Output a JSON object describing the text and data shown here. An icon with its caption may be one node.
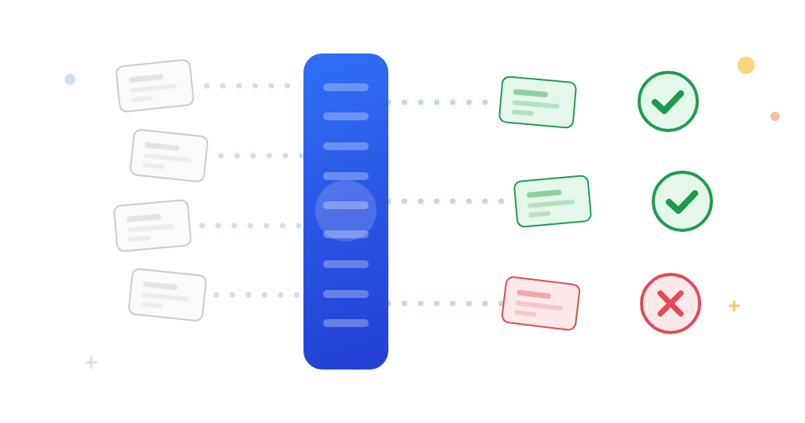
{
  "diagram": {
    "nodes": [
      {
        "text": [],
        "shape": "box"
      },
      {
        "text": [],
        "shape": "box"
      },
      {
        "text": [],
        "shape": "box"
      },
      {
        "text": [],
        "shape": "box"
      },
      {
        "text": [],
        "shape": "bar"
      },
      {
        "text": [],
        "shape": "box"
      },
      {
        "text": [],
        "shape": "box"
      },
      {
        "text": [],
        "shape": "box"
      },
      {
        "text": [],
        "shape": "circle"
      },
      {
        "text": [],
        "shape": "circle"
      },
      {
        "text": [],
        "shape": "circle"
      }
    ],
    "edges": [
      {
        "from": 0,
        "to": 4,
        "arrow": "none",
        "style": "dashed"
      },
      {
        "from": 1,
        "to": 4,
        "arrow": "none",
        "style": "dashed"
      },
      {
        "from": 2,
        "to": 4,
        "arrow": "none",
        "style": "dashed"
      },
      {
        "from": 3,
        "to": 4,
        "arrow": "none",
        "style": "dashed"
      },
      {
        "from": 4,
        "to": 5,
        "arrow": "none",
        "style": "dashed",
        "color": "#b8e1c5"
      },
      {
        "from": 4,
        "to": 6,
        "arrow": "none",
        "style": "dashed",
        "color": "#b8e1c5"
      },
      {
        "from": 4,
        "to": 7,
        "arrow": "none",
        "style": "dashed",
        "color": "#f3c4c7"
      }
    ]
  }
}
